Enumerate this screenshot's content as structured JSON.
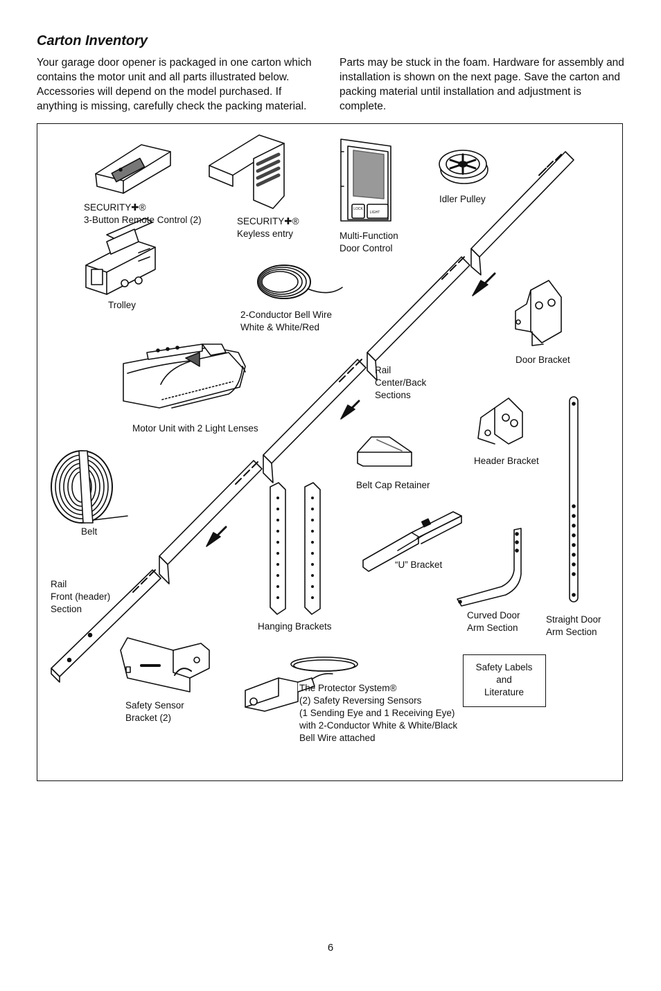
{
  "heading": "Carton Inventory",
  "intro_left": "Your garage door opener is packaged in one carton which contains the motor unit and all parts illustrated below. Accessories will depend on the model purchased. If anything is missing, carefully check the packing material.",
  "intro_right": "Parts may be stuck in the foam. Hardware for assembly and installation is shown on the next page. Save the carton and packing material until installation and adjustment is complete.",
  "parts": {
    "remote": "SECURITY✚®\n3-Button Remote Control (2)",
    "keyless": "SECURITY✚®\nKeyless entry",
    "door_control": "Multi-Function\nDoor Control",
    "idler_pulley": "Idler Pulley",
    "trolley": "Trolley",
    "bell_wire": "2-Conductor Bell Wire\nWhite & White/Red",
    "door_bracket": "Door Bracket",
    "rail_center": "Rail\nCenter/Back\nSections",
    "motor_unit": "Motor Unit with 2 Light Lenses",
    "header_bracket": "Header Bracket",
    "belt_cap": "Belt Cap Retainer",
    "belt": "Belt",
    "u_bracket": "“U” Bracket",
    "rail_front": "Rail\nFront (header)\nSection",
    "hanging_brackets": "Hanging Brackets",
    "curved_arm": "Curved Door\nArm Section",
    "straight_arm": "Straight Door\nArm Section",
    "safety_labels": "Safety Labels\nand\nLiterature",
    "sensor_bracket": "Safety Sensor\nBracket (2)",
    "protector": "The Protector System®\n(2) Safety Reversing Sensors\n(1 Sending Eye and 1 Receiving Eye)\nwith 2-Conductor White & White/Black\nBell Wire attached"
  },
  "door_control_buttons": {
    "lock": "LOCK",
    "light": "LIGHT"
  },
  "page_number": "6"
}
